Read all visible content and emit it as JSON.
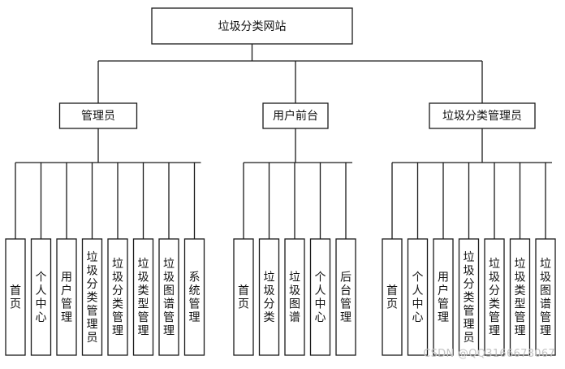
{
  "root": "垃圾分类网站",
  "groups": [
    {
      "label": "管理员",
      "leaves": [
        "首页",
        "个人中心",
        "用户管理",
        "垃圾分类管理员",
        "垃圾分类管理",
        "垃圾类型管理",
        "垃圾图谱管理",
        "系统管理"
      ]
    },
    {
      "label": "用户前台",
      "leaves": [
        "首页",
        "垃圾分类",
        "垃圾图谱",
        "个人中心",
        "后台管理"
      ]
    },
    {
      "label": "垃圾分类管理员",
      "leaves": [
        "首页",
        "个人中心",
        "用户管理",
        "垃圾分类管理员",
        "垃圾分类管理",
        "垃圾类型管理",
        "垃圾图谱管理"
      ]
    }
  ],
  "watermark": "CSDN @QQ3166678067"
}
